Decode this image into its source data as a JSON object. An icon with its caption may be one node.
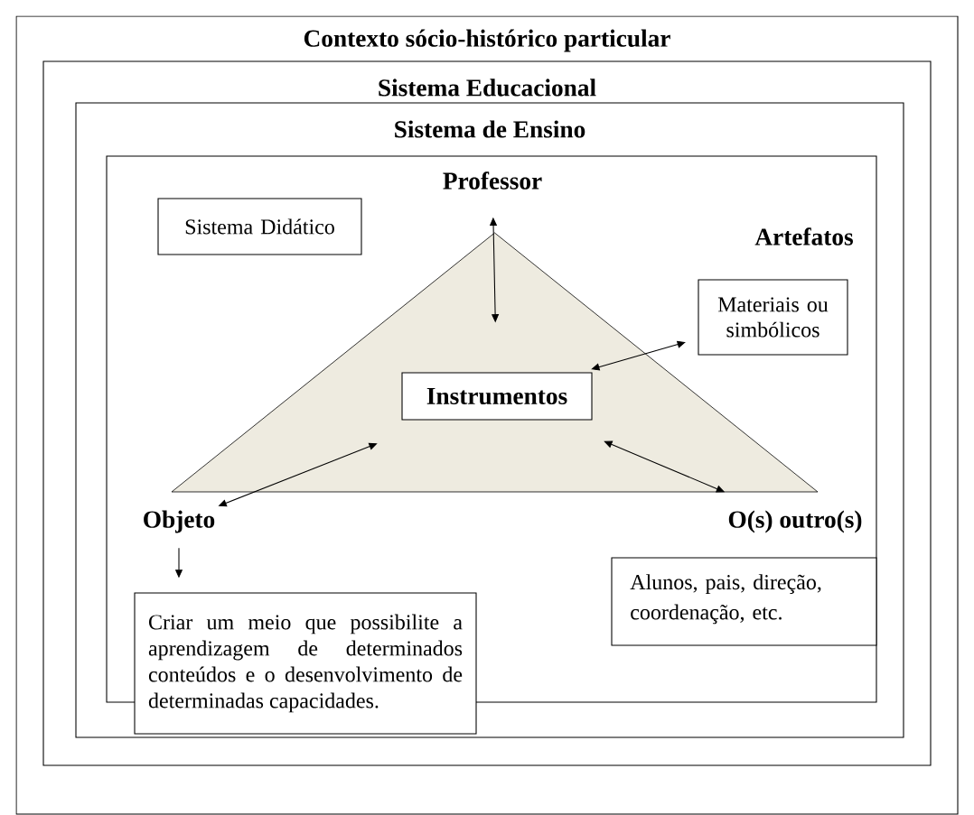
{
  "diagram": {
    "nodes": [
      {
        "text": [
          "Contexto sócio-histórico particular"
        ]
      },
      {
        "text": [
          "Sistema Educacional"
        ],
        "in": 0
      },
      {
        "text": [
          "Sistema de Ensino"
        ],
        "in": 1
      },
      {
        "text": [],
        "shape": "box",
        "in": 2
      },
      {
        "text": [],
        "shape": "triangle",
        "in": 3
      },
      {
        "text": [
          "Professor"
        ],
        "in": 3
      },
      {
        "text": [
          "Sistema Didático"
        ],
        "in": 3
      },
      {
        "text": [
          "Materiais ou simbólicos"
        ],
        "in": 3
      },
      {
        "text": [
          "Instrumentos"
        ],
        "in": 4
      },
      {
        "text": [
          "Objeto"
        ],
        "in": 3
      },
      {
        "text": [
          "O(s) outro(s)"
        ],
        "in": 3
      },
      {
        "text": [
          "Criar um meio que possibilite a aprendizagem de determinados conteúdos e o desenvolvimento de determinadas capacidades."
        ],
        "in": 2
      },
      {
        "text": [
          "Alunos, pais, direção, coordenação, etc."
        ],
        "in": 3
      }
    ],
    "edges": [
      {
        "from": 5,
        "to": 8,
        "arrow": "both"
      },
      {
        "from": 7,
        "to": 8,
        "arrow": "both"
      },
      {
        "from": 9,
        "to": 8,
        "arrow": "both"
      },
      {
        "from": 10,
        "to": 8,
        "arrow": "both"
      },
      {
        "from": 9,
        "to": 11,
        "arrow": "to"
      }
    ],
    "labels": [
      "Artefatos"
    ]
  }
}
